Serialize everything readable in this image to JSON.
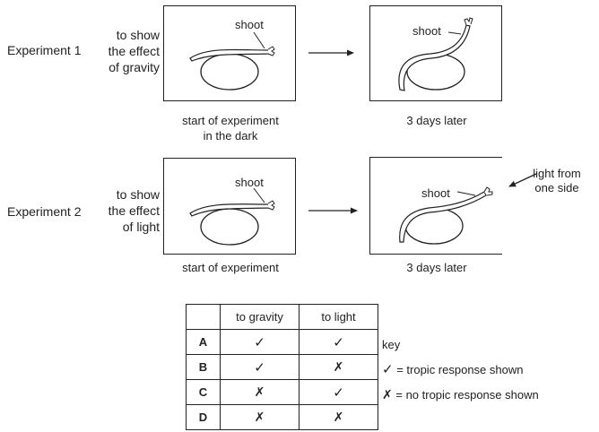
{
  "experiment1": {
    "label": "Experiment 1",
    "purpose": [
      "to show",
      "the effect",
      "of gravity"
    ],
    "panel_start": {
      "label": "shoot"
    },
    "panel_end": {
      "label": "shoot"
    },
    "caption_start": [
      "start of experiment",
      "in the dark"
    ],
    "caption_end": "3 days later"
  },
  "experiment2": {
    "label": "Experiment 2",
    "purpose": [
      "to show",
      "the effect",
      "of light"
    ],
    "panel_start": {
      "label": "shoot"
    },
    "panel_end": {
      "label": "shoot"
    },
    "caption_start": "start of experiment",
    "caption_end": "3 days later",
    "light_label": [
      "light from",
      "one side"
    ]
  },
  "table": {
    "headers": [
      "",
      "to gravity",
      "to light"
    ],
    "rows": [
      {
        "option": "A",
        "gravity": "tick",
        "light": "tick"
      },
      {
        "option": "B",
        "gravity": "tick",
        "light": "cross"
      },
      {
        "option": "C",
        "gravity": "cross",
        "light": "tick"
      },
      {
        "option": "D",
        "gravity": "cross",
        "light": "cross"
      }
    ]
  },
  "symbols": {
    "tick": "✓",
    "cross": "✗"
  },
  "legend": {
    "title": "key",
    "tick_text": "= tropic response shown",
    "cross_text": "= no tropic response shown"
  }
}
